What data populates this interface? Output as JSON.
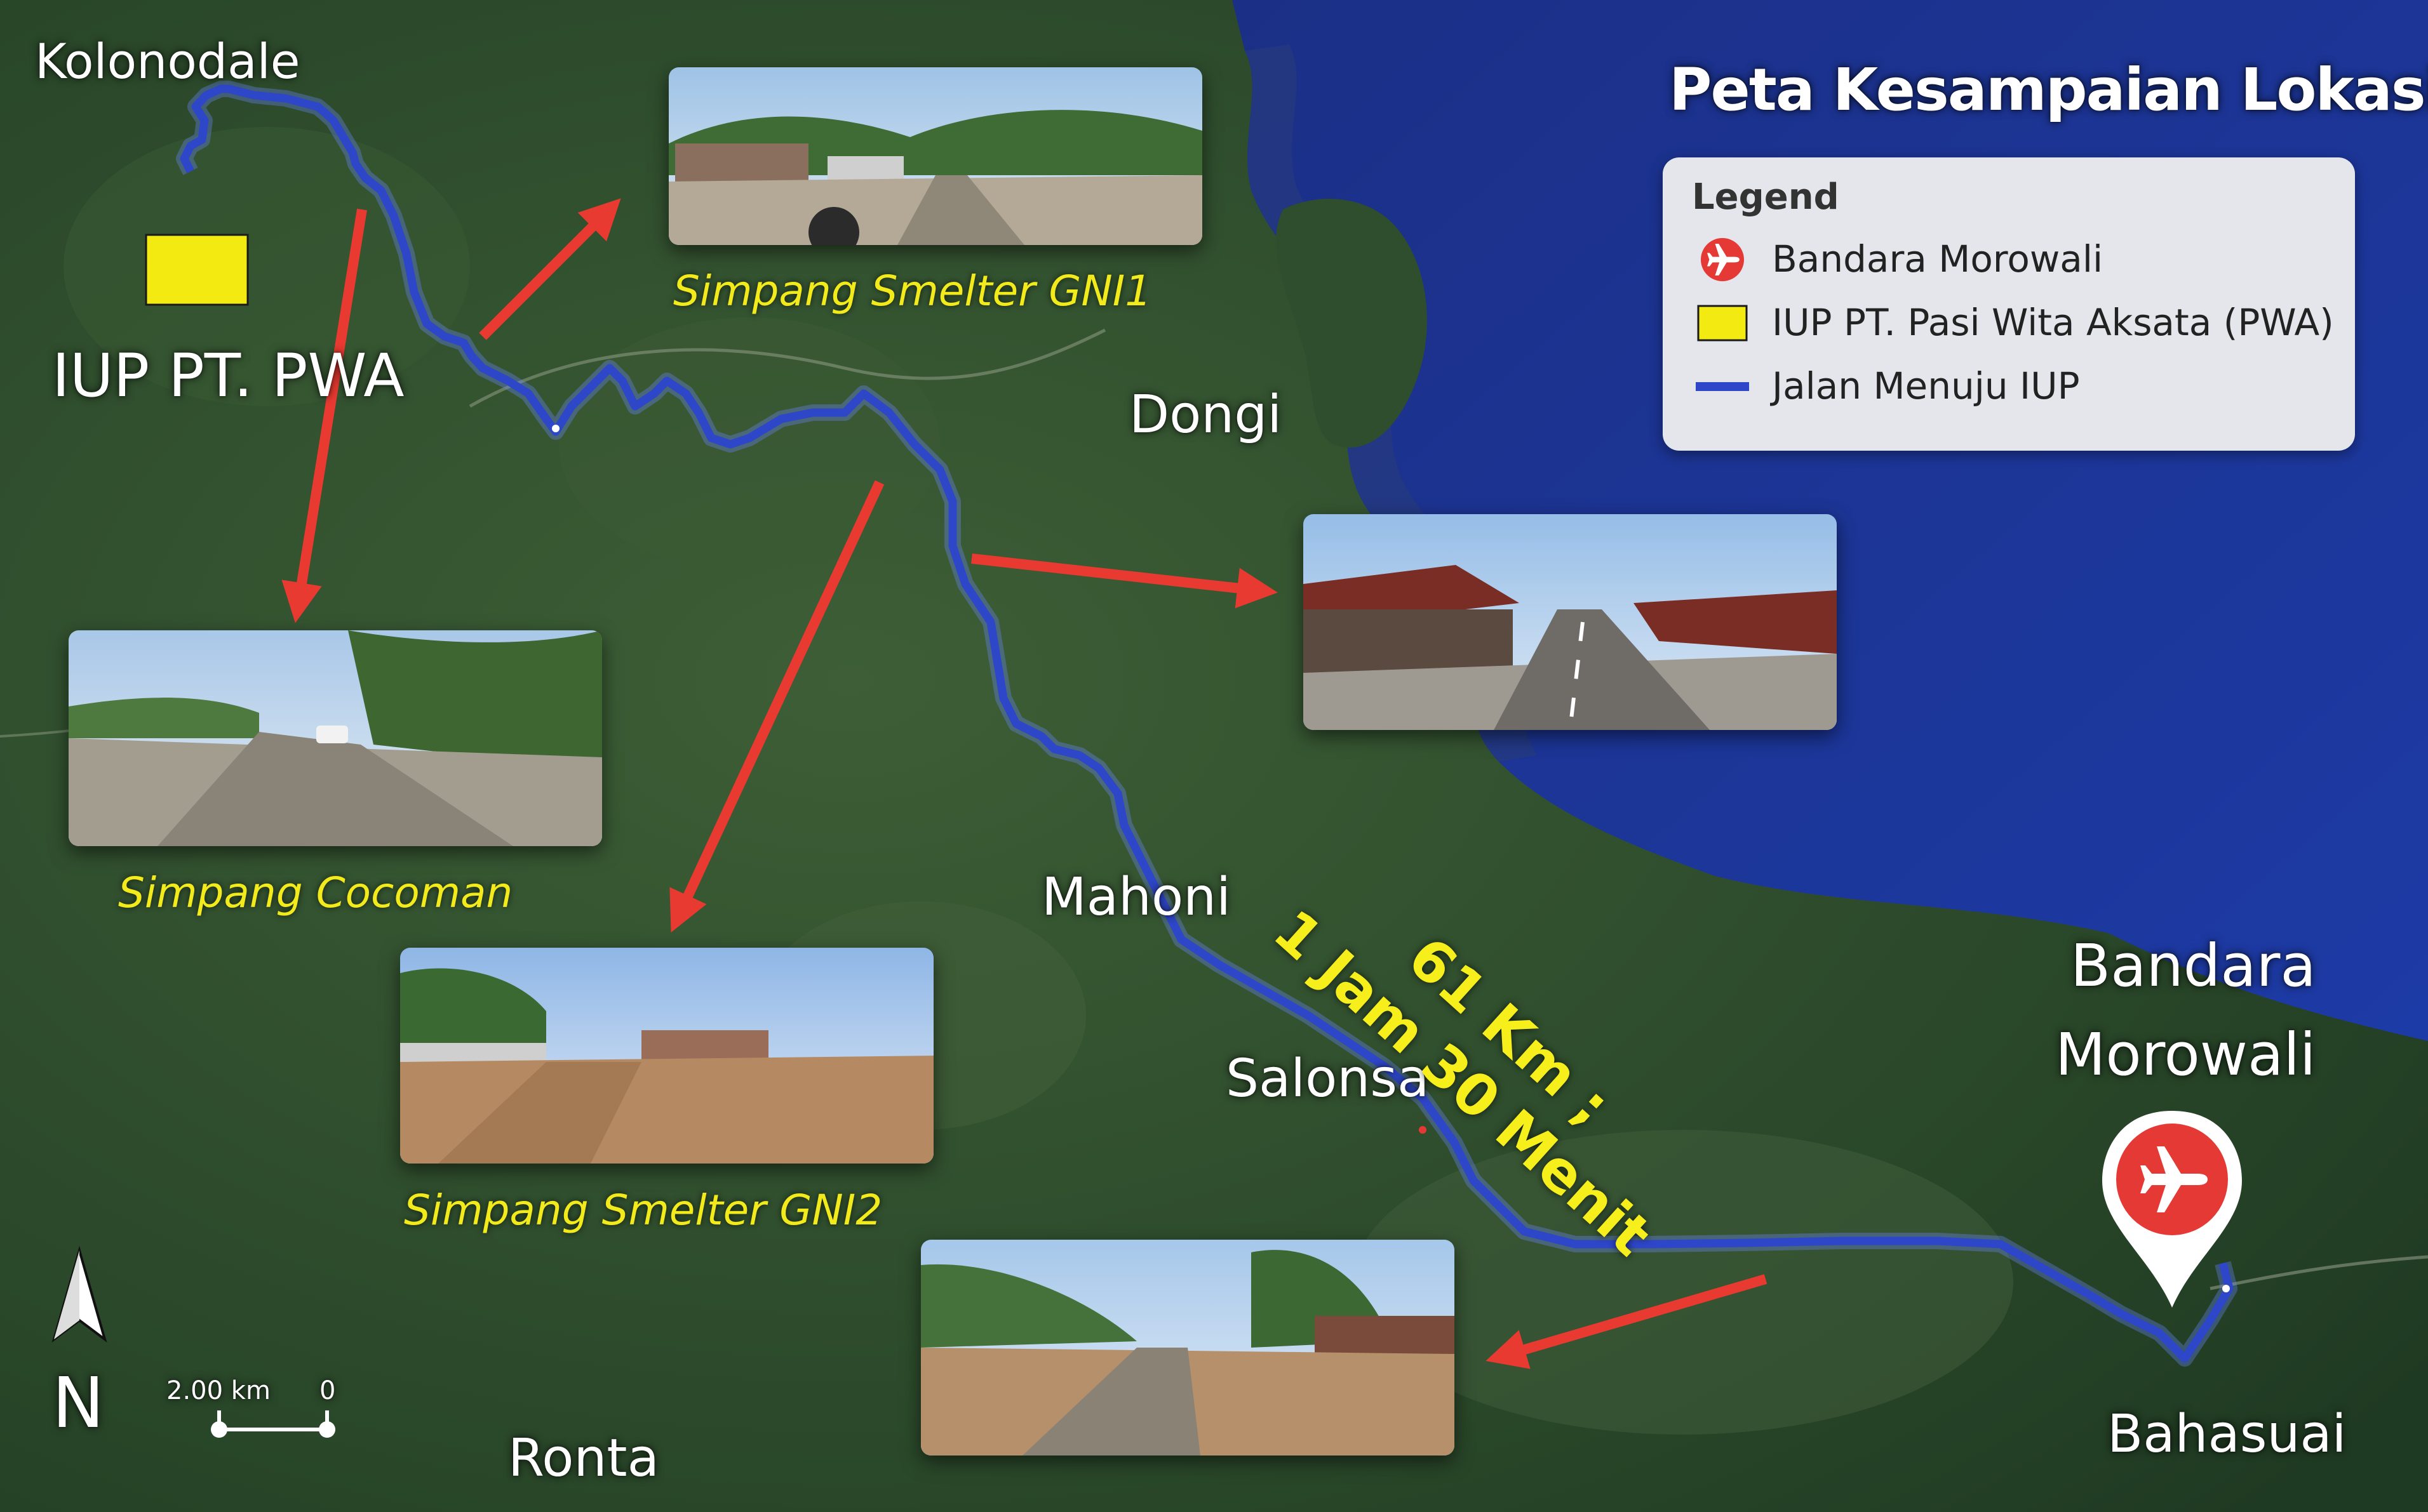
{
  "map": {
    "title": "Peta Kesampaian Lokasi",
    "colors": {
      "sea": "#1f3aa0",
      "land": "#2d4b2c",
      "route": "#2e46c8",
      "route_glow": "#5a77ff",
      "arrow": "#e83a31",
      "caption": "#f2ea1b",
      "iup_fill": "#f2ea10",
      "airport_red": "#e53935"
    },
    "places": [
      {
        "id": "kolonodale",
        "name": "Kolonodale"
      },
      {
        "id": "iup",
        "name": "IUP PT. PWA"
      },
      {
        "id": "dongi",
        "name": "Dongi"
      },
      {
        "id": "mahoni",
        "name": "Mahoni"
      },
      {
        "id": "salonsa",
        "name": "Salonsa"
      },
      {
        "id": "bandara",
        "name_line1": "Bandara",
        "name_line2": "Morowali"
      },
      {
        "id": "bahasuai",
        "name": "Bahasuai"
      },
      {
        "id": "ronta",
        "name": "Ronta"
      }
    ],
    "photo_captions": {
      "gni1": "Simpang Smelter GNI1",
      "cocoman": "Simpang Cocoman",
      "gni2": "Simpang Smelter GNI2"
    },
    "route_label": {
      "distance": "61 Km ;",
      "duration": "1 Jam 30 Menit"
    },
    "legend": {
      "title": "Legend",
      "items": [
        {
          "icon": "airport-icon",
          "label": "Bandara Morowali"
        },
        {
          "icon": "iup-area-swatch",
          "label": "IUP PT. Pasi Wita Aksata (PWA)"
        },
        {
          "icon": "route-line-swatch",
          "label": "Jalan Menuju IUP"
        }
      ]
    },
    "north_arrow": {
      "letter": "N"
    },
    "scale_bar": {
      "left_label": "2.00 km",
      "right_label": "0"
    }
  }
}
